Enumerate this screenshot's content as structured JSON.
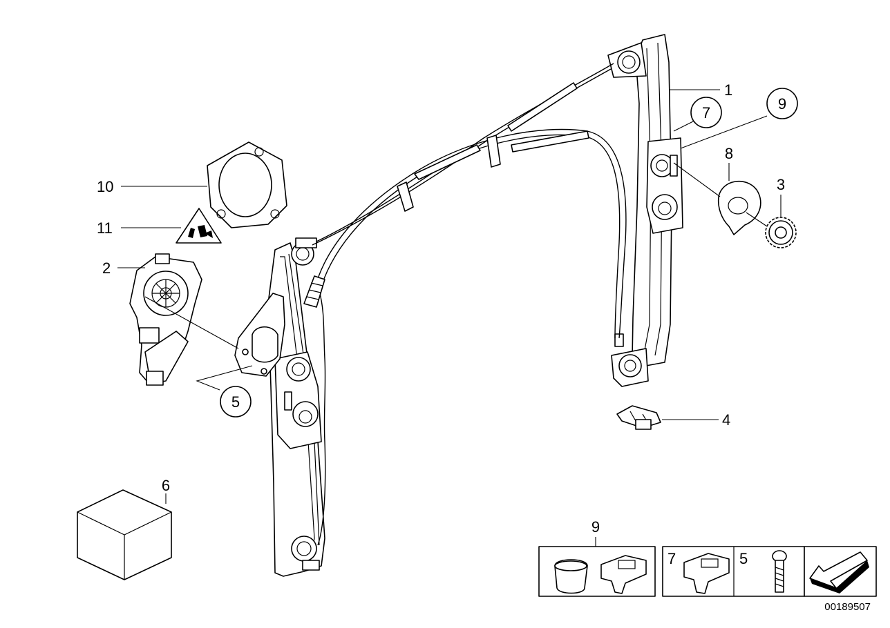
{
  "callouts": {
    "c1": "1",
    "c2": "2",
    "c3": "3",
    "c4": "4",
    "c5": "5",
    "c6": "6",
    "c7": "7",
    "c8": "8",
    "c9": "9",
    "c10": "10",
    "c11": "11"
  },
  "legend_boxes": {
    "box_a_label": "9",
    "box_b_label_left": "7",
    "box_b_label_right": "5"
  },
  "reference_number": "00189507"
}
